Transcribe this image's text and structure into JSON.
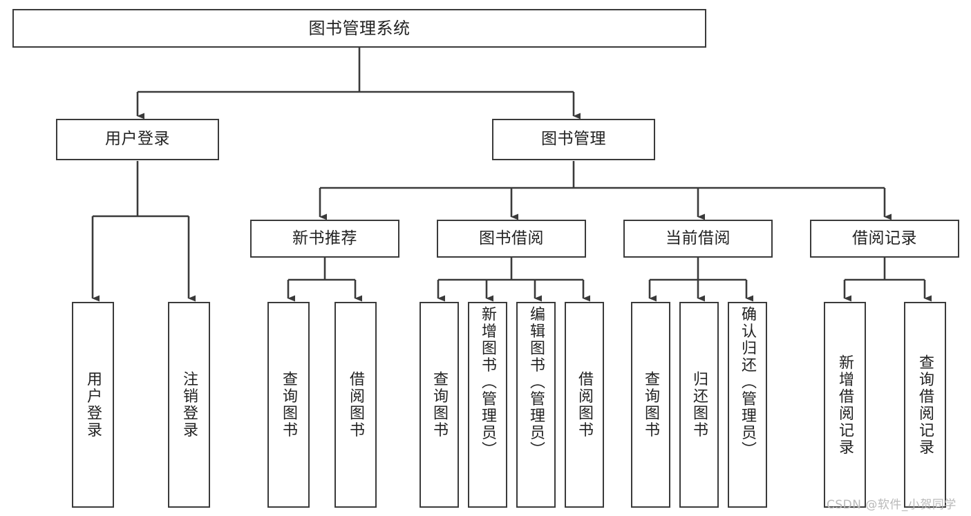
{
  "diagram": {
    "title": "图书管理系统",
    "type": "tree-hierarchy-chart",
    "colors": {
      "box_border": "#3a3a3a",
      "box_fill": "#ffffff",
      "edge": "#3a3a3a",
      "text": "#222222",
      "watermark": "#b9b9b9"
    },
    "watermark": "CSDN @软件_小贺同学",
    "levels": {
      "level1": [
        "图书管理系统"
      ],
      "level2": [
        "用户登录",
        "图书管理"
      ],
      "level3": [
        "新书推荐",
        "图书借阅",
        "当前借阅",
        "借阅记录"
      ],
      "level4": [
        "用户登录",
        "注销登录",
        "查询图书",
        "借阅图书",
        "查询图书",
        "新增图书（管理员）",
        "编辑图书（管理员）",
        "借阅图书",
        "查询图书",
        "归还图书",
        "确认归还（管理员）",
        "新增借阅记录",
        "查询借阅记录"
      ]
    },
    "nodes": {
      "root": {
        "label": "图书管理系统"
      },
      "user_login": {
        "label": "用户登录"
      },
      "book_manage": {
        "label": "图书管理"
      },
      "new_book_rec": {
        "label": "新书推荐"
      },
      "book_borrow": {
        "label": "图书借阅"
      },
      "current_borrow": {
        "label": "当前借阅"
      },
      "borrow_record": {
        "label": "借阅记录"
      },
      "leaf_user_login": {
        "label": "用户登录"
      },
      "leaf_user_logout": {
        "label": "注销登录"
      },
      "leaf_rec_query": {
        "label": "查询图书"
      },
      "leaf_rec_borrow": {
        "label": "借阅图书"
      },
      "leaf_borrow_query": {
        "label": "查询图书"
      },
      "leaf_borrow_add": {
        "label": "新增图书（管理员）"
      },
      "leaf_borrow_edit": {
        "label": "编辑图书（管理员）"
      },
      "leaf_borrow_borrow": {
        "label": "借阅图书"
      },
      "leaf_cur_query": {
        "label": "查询图书"
      },
      "leaf_cur_return": {
        "label": "归还图书"
      },
      "leaf_cur_confirm": {
        "label": "确认归还（管理员）"
      },
      "leaf_rec_add": {
        "label": "新增借阅记录"
      },
      "leaf_rec_search": {
        "label": "查询借阅记录"
      }
    },
    "edges": [
      {
        "from": "root",
        "to": "user_login"
      },
      {
        "from": "root",
        "to": "book_manage"
      },
      {
        "from": "user_login",
        "to": "leaf_user_login"
      },
      {
        "from": "user_login",
        "to": "leaf_user_logout"
      },
      {
        "from": "book_manage",
        "to": "new_book_rec"
      },
      {
        "from": "book_manage",
        "to": "book_borrow"
      },
      {
        "from": "book_manage",
        "to": "current_borrow"
      },
      {
        "from": "book_manage",
        "to": "borrow_record"
      },
      {
        "from": "new_book_rec",
        "to": "leaf_rec_query"
      },
      {
        "from": "new_book_rec",
        "to": "leaf_rec_borrow"
      },
      {
        "from": "book_borrow",
        "to": "leaf_borrow_query"
      },
      {
        "from": "book_borrow",
        "to": "leaf_borrow_add"
      },
      {
        "from": "book_borrow",
        "to": "leaf_borrow_edit"
      },
      {
        "from": "book_borrow",
        "to": "leaf_borrow_borrow"
      },
      {
        "from": "current_borrow",
        "to": "leaf_cur_query"
      },
      {
        "from": "current_borrow",
        "to": "leaf_cur_return"
      },
      {
        "from": "current_borrow",
        "to": "leaf_cur_confirm"
      },
      {
        "from": "borrow_record",
        "to": "leaf_rec_add"
      },
      {
        "from": "borrow_record",
        "to": "leaf_rec_search"
      }
    ]
  }
}
